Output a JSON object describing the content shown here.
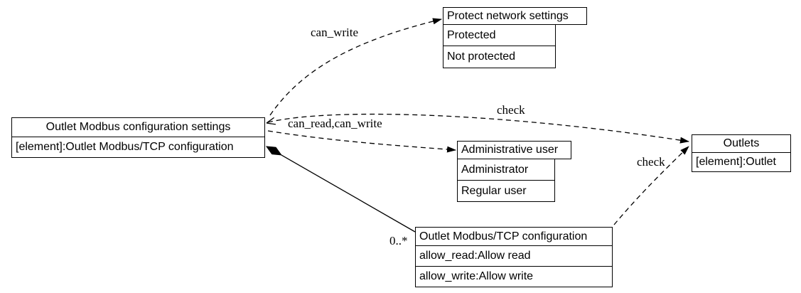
{
  "diagram": {
    "background": "#ffffff",
    "line_color": "#000000",
    "box_fill": "#ffffff",
    "text_color": "#000000"
  },
  "nodes": {
    "outlet_modbus_settings": {
      "title": "Outlet Modbus configuration settings",
      "rows": [
        "[element]:Outlet Modbus/TCP configuration"
      ]
    },
    "protect_network_settings": {
      "title": "Protect network settings",
      "rows": [
        "Protected",
        "Not protected"
      ]
    },
    "administrative_user": {
      "title": "Administrative user",
      "rows": [
        "Administrator",
        "Regular user"
      ]
    },
    "outlets": {
      "title": "Outlets",
      "rows": [
        "[element]:Outlet"
      ]
    },
    "outlet_modbus_tcp_configuration": {
      "title": "Outlet Modbus/TCP configuration",
      "rows": [
        "allow_read:Allow read",
        "allow_write:Allow write"
      ]
    }
  },
  "edges": {
    "can_write": {
      "label": "can_write",
      "style": "dashed"
    },
    "can_read_can_write": {
      "label": "can_read,can_write",
      "style": "dashed"
    },
    "check_settings_outlets": {
      "label": "check",
      "style": "dashed"
    },
    "check_config_outlets": {
      "label": "check",
      "style": "dashed"
    },
    "composition": {
      "label": "0..*",
      "style": "solid"
    }
  }
}
